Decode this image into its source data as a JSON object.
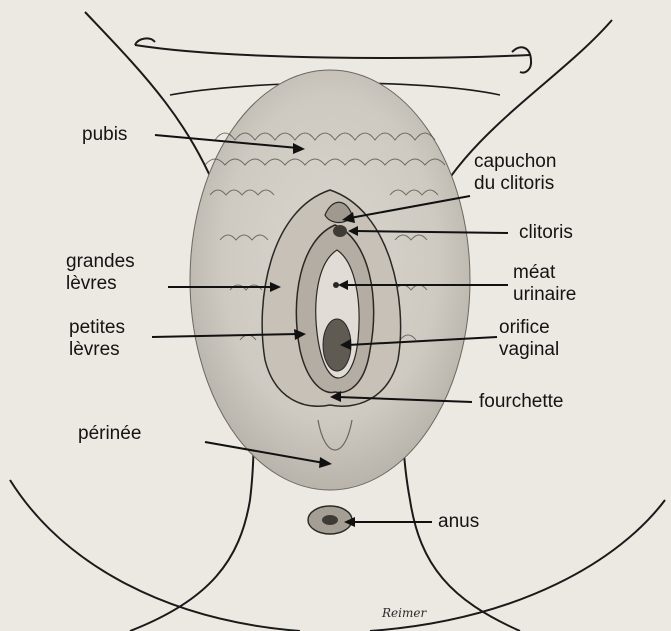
{
  "labels": {
    "pubis": [
      "pubis"
    ],
    "capuchon": [
      "capuchon",
      "du clitoris"
    ],
    "clitoris": [
      "clitoris"
    ],
    "grandes_levres": [
      "grandes",
      "lèvres"
    ],
    "meat_urinaire": [
      "méat",
      "urinaire"
    ],
    "petites_levres": [
      "petites",
      "lèvres"
    ],
    "orifice_vaginal": [
      "orifice",
      "vaginal"
    ],
    "fourchette": [
      "fourchette"
    ],
    "perinee": [
      "périnée"
    ],
    "anus": [
      "anus"
    ]
  },
  "signature": "Reimer",
  "colors": {
    "paper": "#ece9e2",
    "ink": "#141414",
    "shade": "#b9b4ab"
  }
}
